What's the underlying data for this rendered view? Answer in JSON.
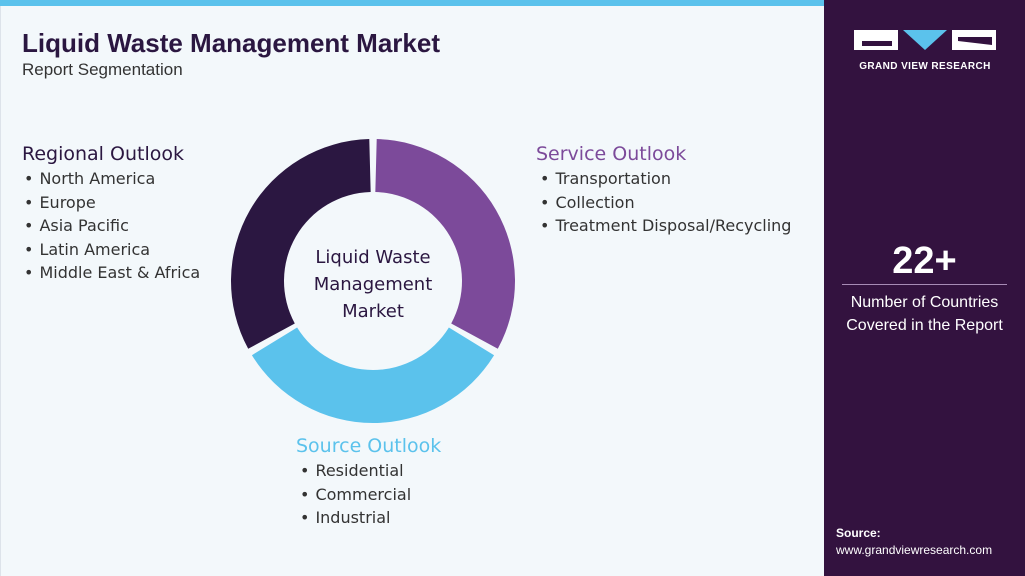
{
  "header": {
    "title": "Liquid Waste Management Market",
    "subtitle": "Report Segmentation"
  },
  "diagram": {
    "center_label": [
      "Liquid Waste",
      "Management",
      "Market"
    ],
    "segments": [
      {
        "name": "Regional Outlook",
        "color": "#2b1741",
        "items": [
          "North America",
          "Europe",
          "Asia Pacific",
          "Latin America",
          "Middle East & Africa"
        ]
      },
      {
        "name": "Service Outlook",
        "color": "#7c4a9a",
        "items": [
          "Transportation",
          "Collection",
          "Treatment Disposal/Recycling"
        ]
      },
      {
        "name": "Source Outlook",
        "color": "#5bc2ec",
        "items": [
          "Residential",
          "Commercial",
          "Industrial"
        ]
      }
    ]
  },
  "sidebar": {
    "logo_text": "GRAND VIEW RESEARCH",
    "stat_value": "22+",
    "stat_label": [
      "Number of Countries",
      "Covered in the Report"
    ],
    "source_label": "Source:",
    "source_url": "www.grandviewresearch.com"
  },
  "colors": {
    "sidebar_bg": "#33123f",
    "accent_blue": "#5bc2ec",
    "accent_purple": "#7c4a9a",
    "dark_purple": "#2b1741"
  }
}
